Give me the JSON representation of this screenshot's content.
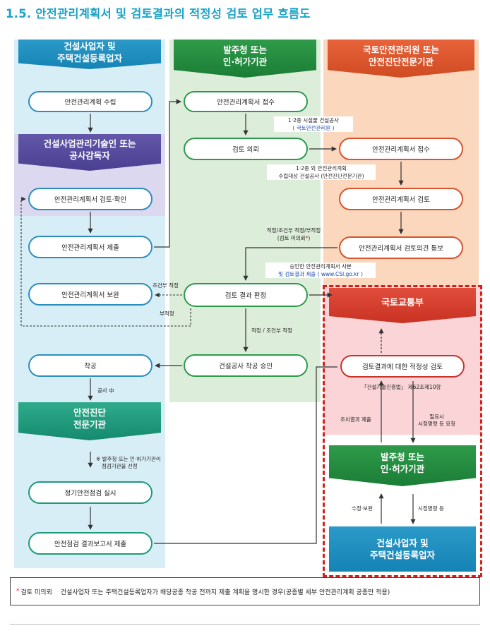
{
  "title": "1.5. 안전관리계획서 및 검토결과의 적정성 검토 업무 흐름도",
  "columns": {
    "builder": {
      "header": "건설사업자 및\n주택건설등록업자"
    },
    "client": {
      "header": "발주청 또는\n인·허가기관"
    },
    "agency": {
      "header": "국토안전관리원 또는\n안전진단전문기관"
    },
    "supervisor": {
      "header": "건설사업관리기술인 또는\n공사감독자"
    },
    "diagnosis": {
      "header": "안전진단\n전문기관"
    },
    "ministry": {
      "header": "국토교통부"
    },
    "client2": {
      "header": "발주청 또는\n인·허가기관"
    },
    "builder2": {
      "header": "건설사업자 및\n주택건설등록업자"
    }
  },
  "boxes": {
    "plan_make": "안전관리계획 수립",
    "plan_check": "안전관리계획서 검토·확인",
    "plan_submit": "안전관리계획서 제출",
    "plan_fix": "안전관리계획서 보완",
    "start": "착공",
    "regular_check": "정기안전점검 실시",
    "check_report": "안전점검 결과보고서 제출",
    "receive": "안전관리계획서 접수",
    "review_req": "검토 의뢰",
    "judge": "검토 결과 판정",
    "approve": "건설공사 착공 승인",
    "a_receive": "안전관리계획서 접수",
    "a_review": "안전관리계획서 검토",
    "a_notify": "안전관리계획서 검토의견 통보",
    "appropriate": "검토결과에 대한 적정성 검토"
  },
  "notes": {
    "n1_a": "1·2종 시설물 건설공사",
    "n1_b": "( 국토안전관리원 )",
    "n2_a": "1·2종 외 안전관리계획",
    "n2_b": "수립대상 건설공사 (안전진단전문기관)",
    "n3_a": "적정/조건부 적정/부적정",
    "n3_b": "(검토 미의뢰",
    "n3_star": "*",
    "n3_c": ")",
    "n4_a": "승인한 안전관리계획서 사본",
    "n4_b": "및 검토결과 제출 ( www.CSI.go.kr )",
    "cond_ok": "조건부 적정",
    "not_ok": "부적정",
    "ok_cond": "적정 / 조건부 적정",
    "in_progress": "공사 中",
    "select_a": "※ 발주청 또는 인·허가기관이",
    "select_b": "점검기관을 선정",
    "law": "「건설기술진흥법」 제62조제10항",
    "measure": "조치결과 제출",
    "order_a": "필요시",
    "order_b": "시정명령 등 요청",
    "revise": "수정·보완",
    "order2": "시정명령 등"
  },
  "footer": {
    "star": "*",
    "key": "검토 미의뢰",
    "text": "건설사업자 또는 주택건설등록업자가 해당공종 착공 전까지 제출 계획을 명시한 경우(공종별 세부 안전관리계획 공종만 적용)"
  }
}
